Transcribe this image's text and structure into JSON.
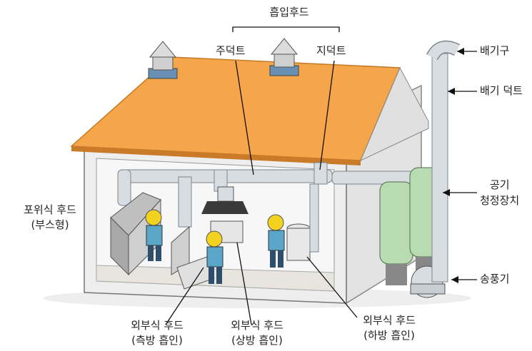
{
  "labels": {
    "intake_hood": "흡입후드",
    "main_duct": "주덕트",
    "branch_duct": "지덕트",
    "exhaust_outlet": "배기구",
    "exhaust_duct": "배기 덕트",
    "air_cleaner_line1": "공기",
    "air_cleaner_line2": "청정장치",
    "blower": "송풍기",
    "enclosing_hood_line1": "포위식 후드",
    "enclosing_hood_line2": "(부스형)",
    "side_hood_line1": "외부식 후드",
    "side_hood_line2": "(측방 흡인)",
    "top_hood_line1": "외부식 후드",
    "top_hood_line2": "(상방 흡인)",
    "bottom_hood_line1": "외부식 후드",
    "bottom_hood_line2": "(하방 흡인)"
  },
  "colors": {
    "roof": "#f5a64a",
    "wall": "#ececec",
    "interior": "#f7f7f7",
    "duct": "#d8dde2",
    "cleaner": "#b9dbb2",
    "helmet": "#f2d21e",
    "worker_shirt": "#5aa6c8"
  }
}
